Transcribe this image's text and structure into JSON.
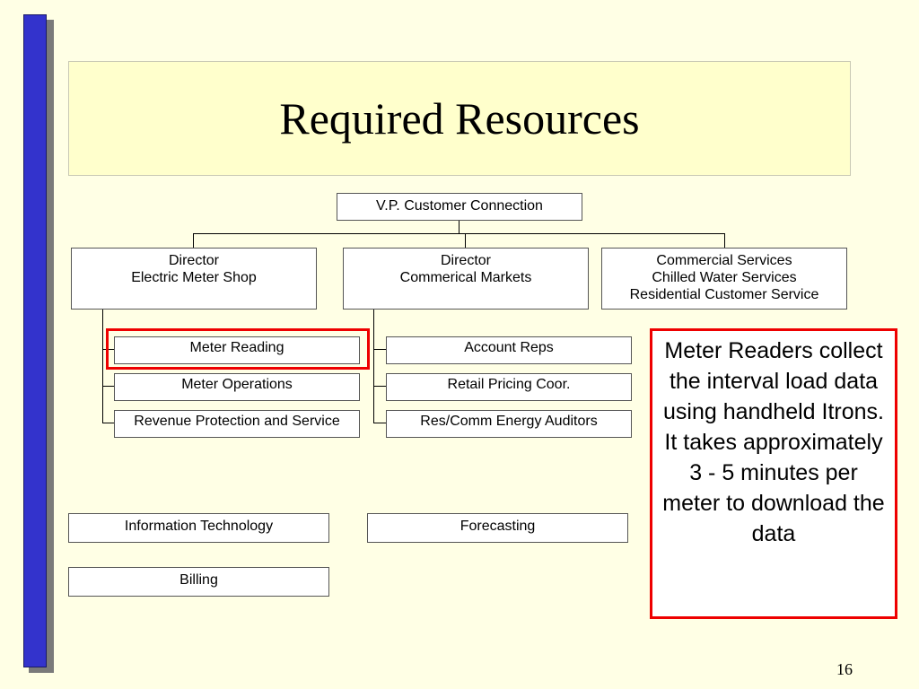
{
  "slide": {
    "title": "Required Resources",
    "page_number": "16"
  },
  "org_chart": {
    "root": "V.P. Customer Connection",
    "directors": [
      {
        "line1": "Director",
        "line2": "Electric Meter Shop"
      },
      {
        "line1": "Director",
        "line2": "Commerical Markets"
      },
      {
        "line1": "Commercial Services",
        "line2": "Chilled Water Services",
        "line3": "Residential Customer Service"
      }
    ],
    "meter_shop_units": [
      "Meter Reading",
      "Meter Operations",
      "Revenue Protection and Service"
    ],
    "markets_units": [
      "Account Reps",
      "Retail Pricing Coor.",
      "Res/Comm Energy Auditors"
    ],
    "other_units": [
      "Information Technology",
      "Forecasting",
      "Billing"
    ]
  },
  "callout": {
    "text": "Meter Readers collect the interval load data using handheld Itrons.  It takes approximately 3 - 5 minutes per meter to download the data"
  },
  "colors": {
    "background": "#ffffe5",
    "side_bar": "#3333cc",
    "highlight": "#ee0000"
  }
}
